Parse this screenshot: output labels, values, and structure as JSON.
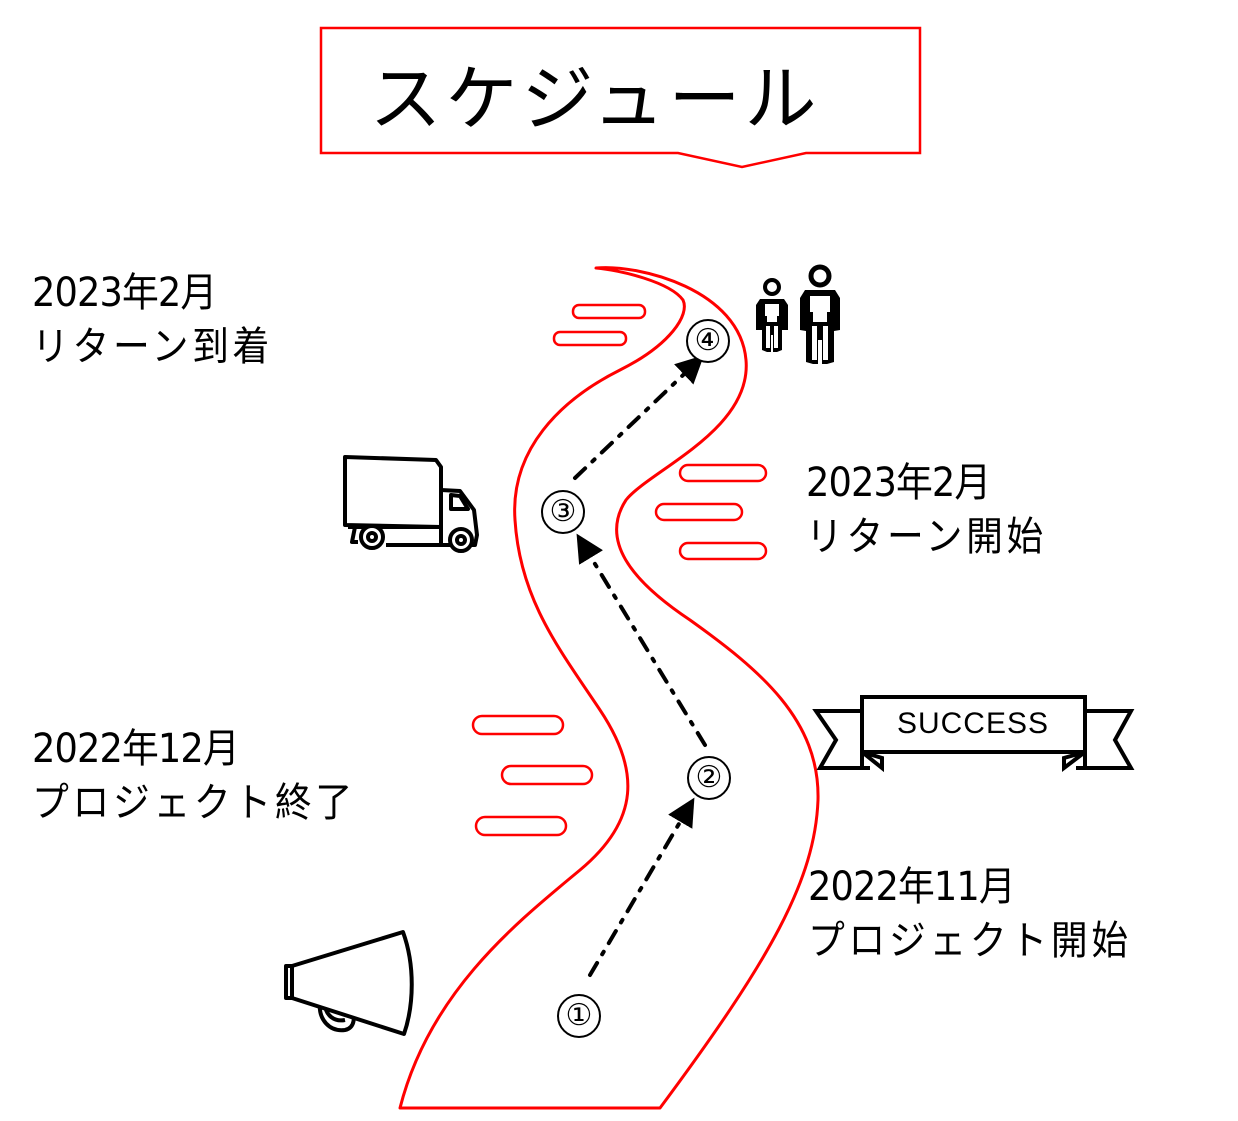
{
  "title": "スケジュール",
  "colors": {
    "accent": "#ff0000",
    "ink": "#000000",
    "background": "#ffffff"
  },
  "milestones": [
    {
      "step": "①",
      "date": "2022年11月",
      "event": "プロジェクト開始",
      "icon": "megaphone-icon"
    },
    {
      "step": "②",
      "date": "2022年12月",
      "event": "プロジェクト終了",
      "icon": "success-banner-icon"
    },
    {
      "step": "③",
      "date": "2023年2月",
      "event": "リターン開始",
      "icon": "truck-icon"
    },
    {
      "step": "④",
      "date": "2023年2月",
      "event": "リターン到着",
      "icon": "people-icon"
    }
  ],
  "banner": {
    "text": "SUCCESS"
  }
}
